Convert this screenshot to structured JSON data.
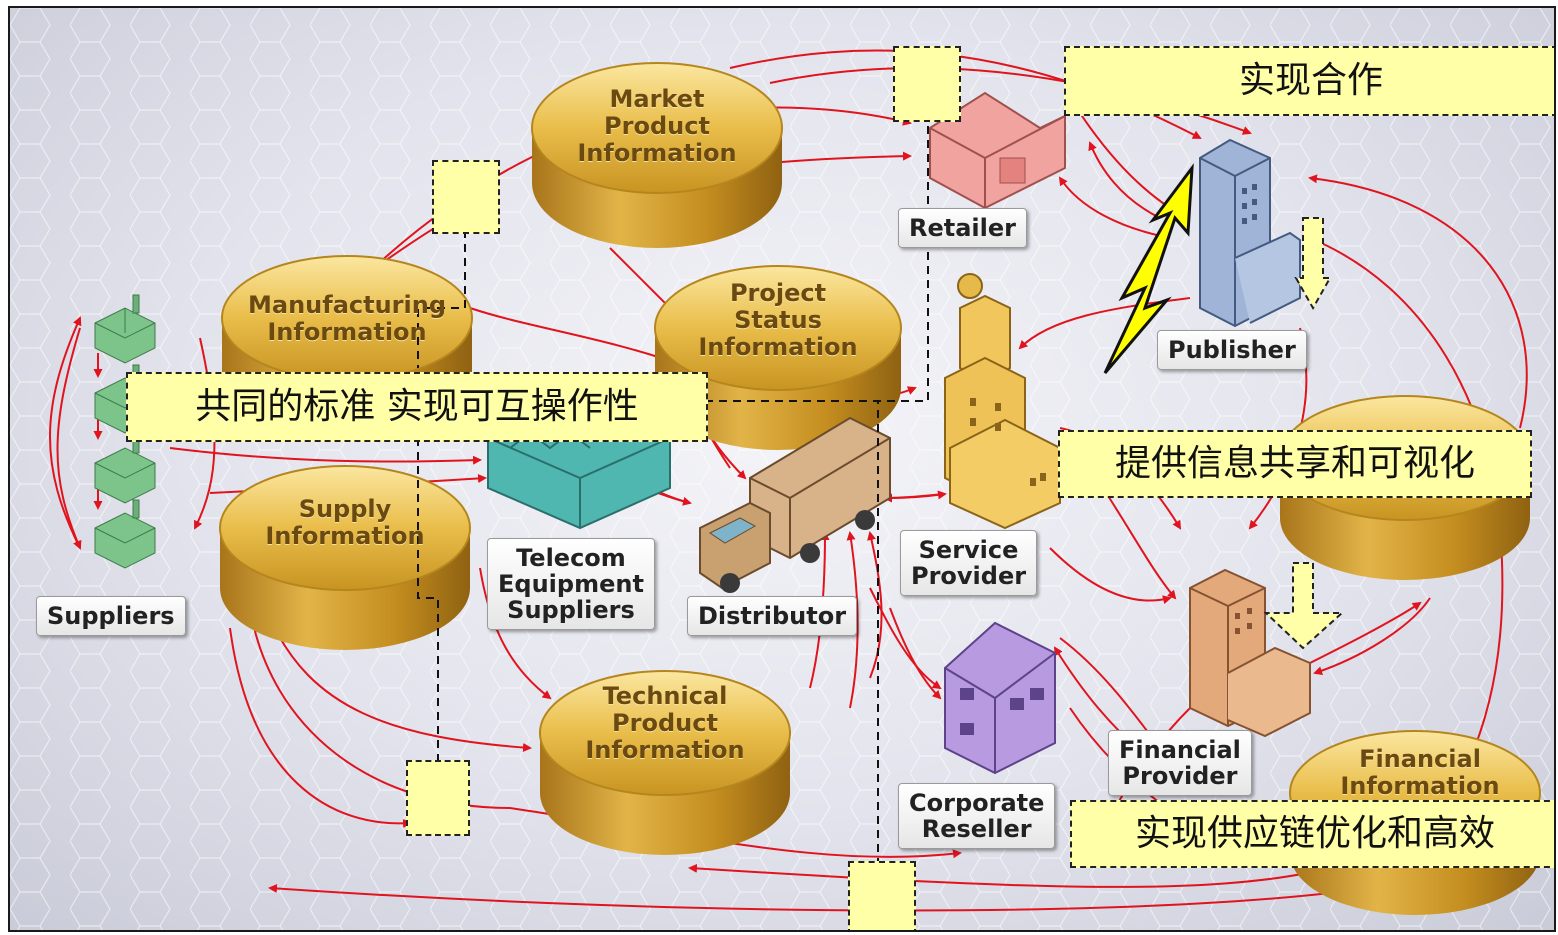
{
  "nodes": {
    "retailer": "Retailer",
    "publisher": "Publisher",
    "suppliers": "Suppliers",
    "telecom": "Telecom\nEquipment\nSuppliers",
    "distributor": "Distributor",
    "service_provider": "Service\nProvider",
    "corporate_reseller": "Corporate\nReseller",
    "financial_provider": "Financial\nProvider"
  },
  "disks": {
    "market": "Market\nProduct\nInformation",
    "manufacturing": "Manufacturing\nInformation",
    "project": "Project\nStatus\nInformation",
    "supply": "Supply\nInformation",
    "technical": "Technical\nProduct\nInformation",
    "financial": "Financial\nInformation"
  },
  "callouts": {
    "cooperation": "实现合作",
    "standards": "共同的标准  实现可互操作性",
    "sharing": "提供信息共享和可视化",
    "supply_chain": "实现供应链优化和高效"
  },
  "colors": {
    "arrow": "#e0141e",
    "disk_gold": "#d9a72a",
    "callout_bg": "#ffffa8",
    "highlight_arrow": "#ffff00"
  }
}
